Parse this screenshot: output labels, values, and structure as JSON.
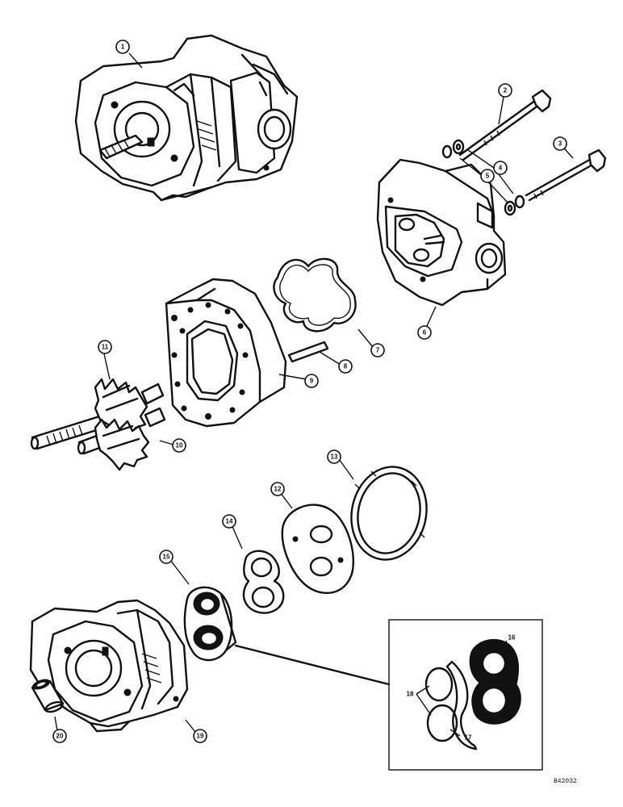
{
  "callouts": [
    "1",
    "2",
    "3",
    "4",
    "5",
    "6",
    "7",
    "8",
    "9",
    "10",
    "11",
    "12",
    "13",
    "14",
    "15",
    "16",
    "17",
    "18",
    "19",
    "20"
  ],
  "drawing_number": "B42032"
}
